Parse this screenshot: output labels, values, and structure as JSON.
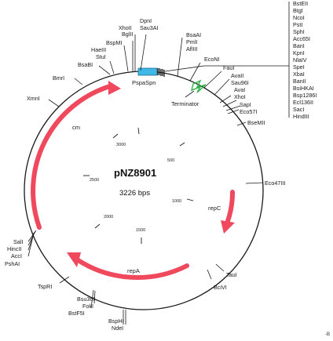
{
  "plasmid": {
    "name": "pNZ8901",
    "size": "3226 bps"
  },
  "colors": {
    "arrow": "#f0485d",
    "promoter": "#3fb8e6",
    "terminator": "#2fb34a",
    "line": "#1a1a1a"
  },
  "scale_ticks": [
    "500",
    "1000",
    "1500",
    "2000",
    "2500",
    "3000"
  ],
  "features": {
    "cm": "cm",
    "repC": "repC",
    "repA": "repA",
    "promoter": "PspaSpn",
    "terminator": "Terminator"
  },
  "sites": {
    "xhoii": "XhoII",
    "bglii": "BglII",
    "dpni": "DpnI",
    "sau3ai": "Sau3AI",
    "bspmi": "BspMI",
    "haeiii": "HaeIII",
    "stui": "StuI",
    "bsabi": "BsaBI",
    "bmri": "BmrI",
    "xmni": "XmnI",
    "bsaai": "BsaAI",
    "pmli": "PmlI",
    "afliii": "AflIII",
    "econi": "EcoNI",
    "faui": "FauI",
    "avaii": "AvaII",
    "sau96i": "Sau96I",
    "aval": "AvaI",
    "xhoi": "XhoI",
    "sapi": "SapI",
    "eco57i": "Eco57I",
    "bsemii": "BseMII",
    "eco47iii": "Eco47III",
    "taui": "TauI",
    "bcivi": "BciVI",
    "bsphi": "BspHI",
    "ndei": "NdeI",
    "bsu36i": "Bsu36I",
    "foki": "FokI",
    "bstf5i": "BstF5I",
    "tspri": "TspRI",
    "sali": "SalI",
    "hincii": "HincII",
    "acci": "AccI",
    "pshai": "PshAI",
    "mcs": [
      "BstEII",
      "BtgI",
      "NcoI",
      "PstI",
      "SphI",
      "Acc65I",
      "BanI",
      "KpnI",
      "NlaIV",
      "SpeI",
      "XbaI",
      "BanII",
      "BsiHKAI",
      "Bsp1286I",
      "Ecl136II",
      "SacI",
      "HindIII"
    ]
  },
  "corner_mark": "-B"
}
